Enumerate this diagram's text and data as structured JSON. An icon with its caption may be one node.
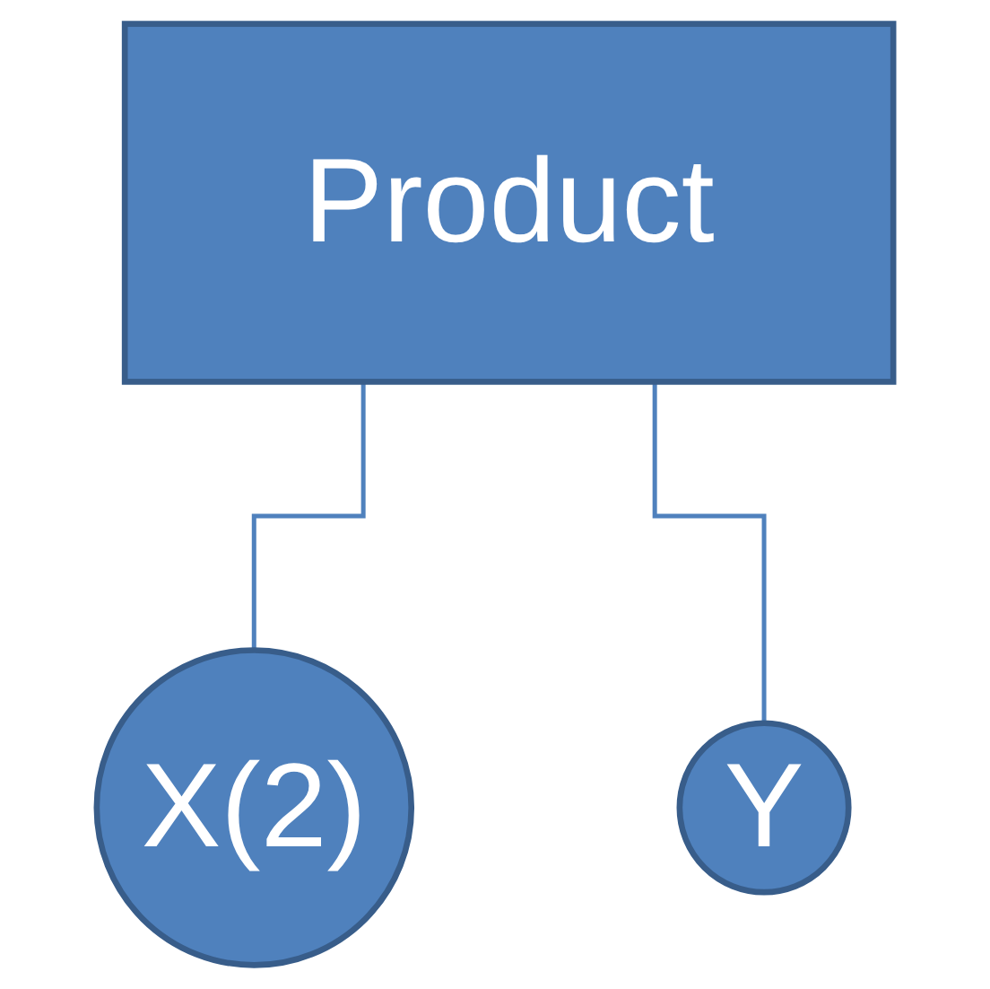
{
  "diagram": {
    "nodes": [
      {
        "text": [
          "Product"
        ]
      },
      {
        "text": [
          "X(2)"
        ]
      },
      {
        "text": [
          "Y"
        ]
      }
    ],
    "edges": [
      {
        "from": 0,
        "to": 1,
        "arrow": "none"
      },
      {
        "from": 0,
        "to": 2,
        "arrow": "none"
      }
    ]
  }
}
